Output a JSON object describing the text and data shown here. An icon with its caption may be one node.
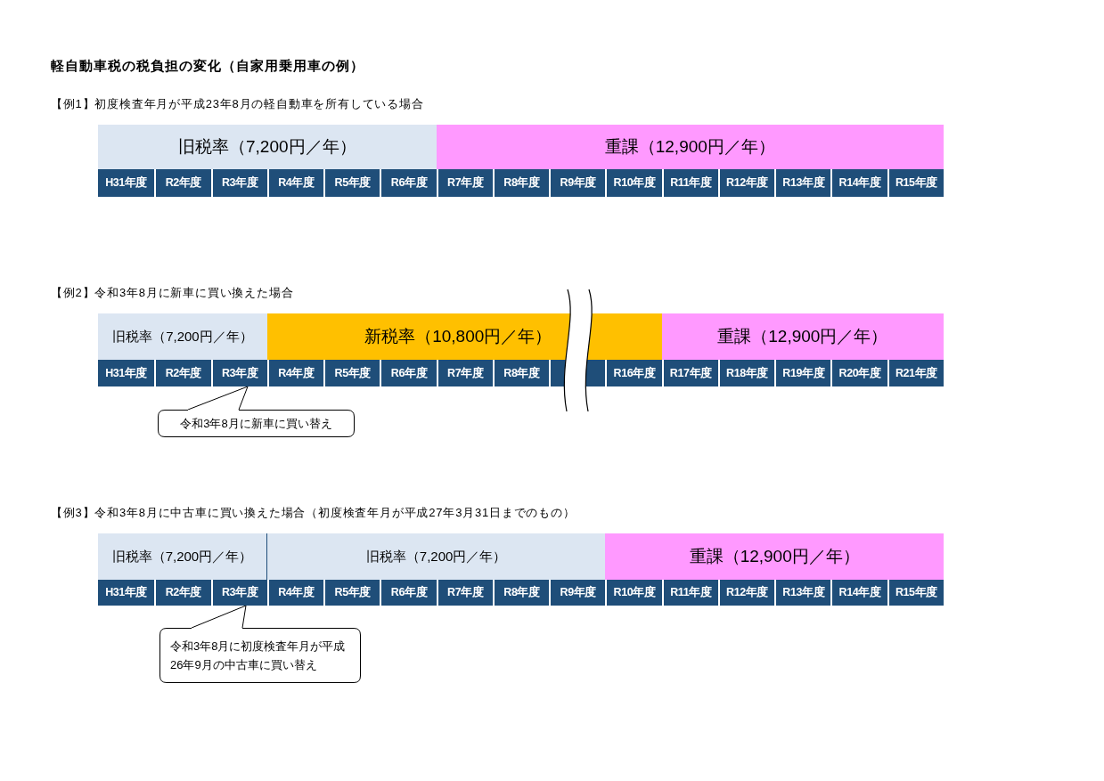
{
  "diagram": {
    "title": "軽自動車税の税負担の変化（自家用乗用車の例）",
    "nodes": [
      {
        "text": [
          "旧税率（7,200円／年）"
        ]
      },
      {
        "text": [
          "重課（12,900円／年）"
        ]
      },
      {
        "text": [
          "H31年度"
        ]
      },
      {
        "text": [
          "R2年度"
        ]
      },
      {
        "text": [
          "R3年度"
        ]
      },
      {
        "text": [
          "R4年度"
        ]
      },
      {
        "text": [
          "R5年度"
        ]
      },
      {
        "text": [
          "R6年度"
        ]
      },
      {
        "text": [
          "R7年度"
        ]
      },
      {
        "text": [
          "R8年度"
        ]
      },
      {
        "text": [
          "R9年度"
        ]
      },
      {
        "text": [
          "R10年度"
        ]
      },
      {
        "text": [
          "R11年度"
        ]
      },
      {
        "text": [
          "R12年度"
        ]
      },
      {
        "text": [
          "R13年度"
        ]
      },
      {
        "text": [
          "R14年度"
        ]
      },
      {
        "text": [
          "R15年度"
        ]
      },
      {
        "text": [
          "旧税率（7,200円／年）"
        ]
      },
      {
        "text": [
          "新税率（10,800円／年）"
        ]
      },
      {
        "text": [
          "重課（12,900円／年）"
        ]
      },
      {
        "text": [
          "H31年度"
        ]
      },
      {
        "text": [
          "R2年度"
        ]
      },
      {
        "text": [
          "R3年度"
        ]
      },
      {
        "text": [
          "R4年度"
        ]
      },
      {
        "text": [
          "R5年度"
        ]
      },
      {
        "text": [
          "R6年度"
        ]
      },
      {
        "text": [
          "R7年度"
        ]
      },
      {
        "text": [
          "R8年度"
        ]
      },
      {
        "text": [],
        "shape": "box"
      },
      {
        "text": [
          "R16年度"
        ]
      },
      {
        "text": [
          "R17年度"
        ]
      },
      {
        "text": [
          "R18年度"
        ]
      },
      {
        "text": [
          "R19年度"
        ]
      },
      {
        "text": [
          "R20年度"
        ]
      },
      {
        "text": [
          "R21年度"
        ]
      },
      {
        "text": [
          "令和3年8月に新車に買い替え"
        ]
      },
      {
        "text": [
          "旧税率（7,200円／年）"
        ]
      },
      {
        "text": [
          "旧税率（7,200円／年）"
        ]
      },
      {
        "text": [
          "重課（12,900円／年）"
        ]
      },
      {
        "text": [
          "H31年度"
        ]
      },
      {
        "text": [
          "R2年度"
        ]
      },
      {
        "text": [
          "R3年度"
        ]
      },
      {
        "text": [
          "R4年度"
        ]
      },
      {
        "text": [
          "R5年度"
        ]
      },
      {
        "text": [
          "R6年度"
        ]
      },
      {
        "text": [
          "R7年度"
        ]
      },
      {
        "text": [
          "R8年度"
        ]
      },
      {
        "text": [
          "R9年度"
        ]
      },
      {
        "text": [
          "R10年度"
        ]
      },
      {
        "text": [
          "R11年度"
        ]
      },
      {
        "text": [
          "R12年度"
        ]
      },
      {
        "text": [
          "R13年度"
        ]
      },
      {
        "text": [
          "R14年度"
        ]
      },
      {
        "text": [
          "R15年度"
        ]
      },
      {
        "text": [
          "令和3年8月に初度検査年月が平成26年9月の中古車に買い替え"
        ]
      }
    ],
    "edges": [
      {
        "from": 35,
        "to": 22,
        "arrow": "none"
      },
      {
        "from": 54,
        "to": 41,
        "arrow": "none"
      }
    ],
    "labels": [
      "【例1】初度検査年月が平成23年8月の軽自動車を所有している場合",
      "【例2】令和3年8月に新車に買い換えた場合",
      "【例3】令和3年8月に中古車に買い換えた場合（初度検査年月が平成27年3月31日までのもの）"
    ]
  }
}
